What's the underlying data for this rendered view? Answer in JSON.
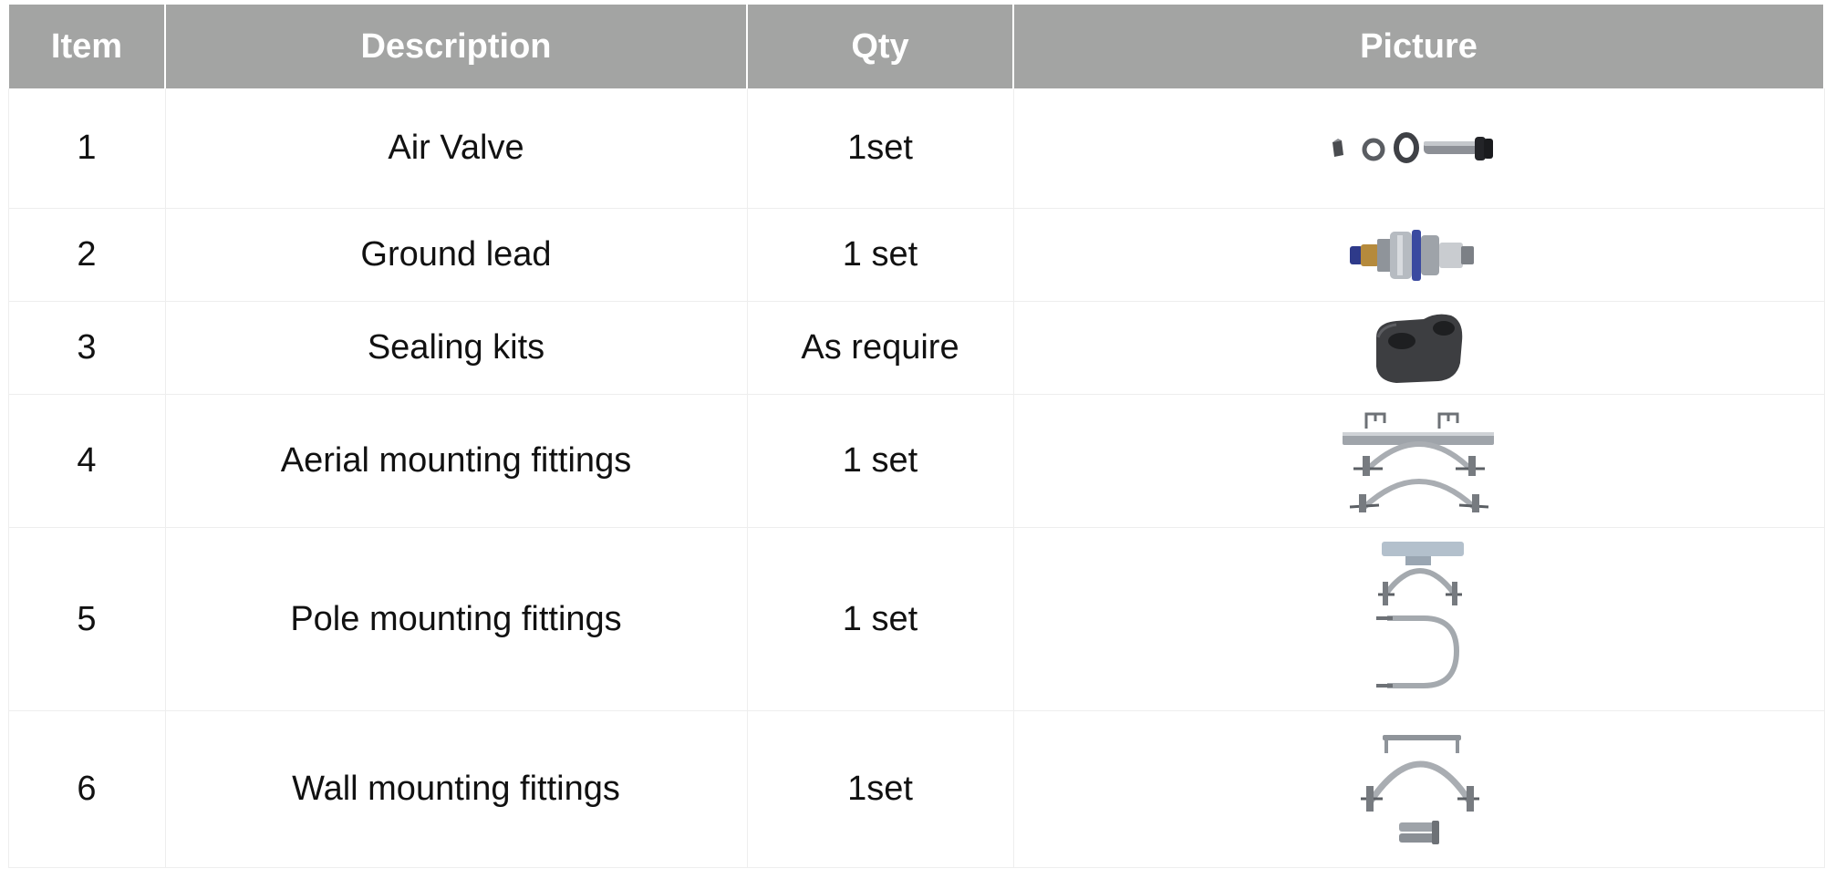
{
  "table": {
    "headers": {
      "item": "Item",
      "description": "Description",
      "qty": "Qty",
      "picture": "Picture"
    },
    "rows": [
      {
        "item": "1",
        "description": "Air Valve",
        "qty": "1set",
        "picture_icon": "air-valve-parts-icon"
      },
      {
        "item": "2",
        "description": "Ground lead",
        "qty": "1 set",
        "picture_icon": "ground-lead-connector-icon"
      },
      {
        "item": "3",
        "description": "Sealing kits",
        "qty": "As require",
        "picture_icon": "sealing-kit-rubber-icon"
      },
      {
        "item": "4",
        "description": "Aerial mounting fittings",
        "qty": "1 set",
        "picture_icon": "aerial-bracket-icon"
      },
      {
        "item": "5",
        "description": "Pole mounting fittings",
        "qty": "1 set",
        "picture_icon": "pole-clamp-icon"
      },
      {
        "item": "6",
        "description": "Wall mounting fittings",
        "qty": "1set",
        "picture_icon": "wall-bracket-icon"
      }
    ]
  },
  "colors": {
    "header_bg": "#a3a4a3",
    "header_text": "#ffffff",
    "body_text": "#111111",
    "grid_line": "#eeeeee"
  }
}
